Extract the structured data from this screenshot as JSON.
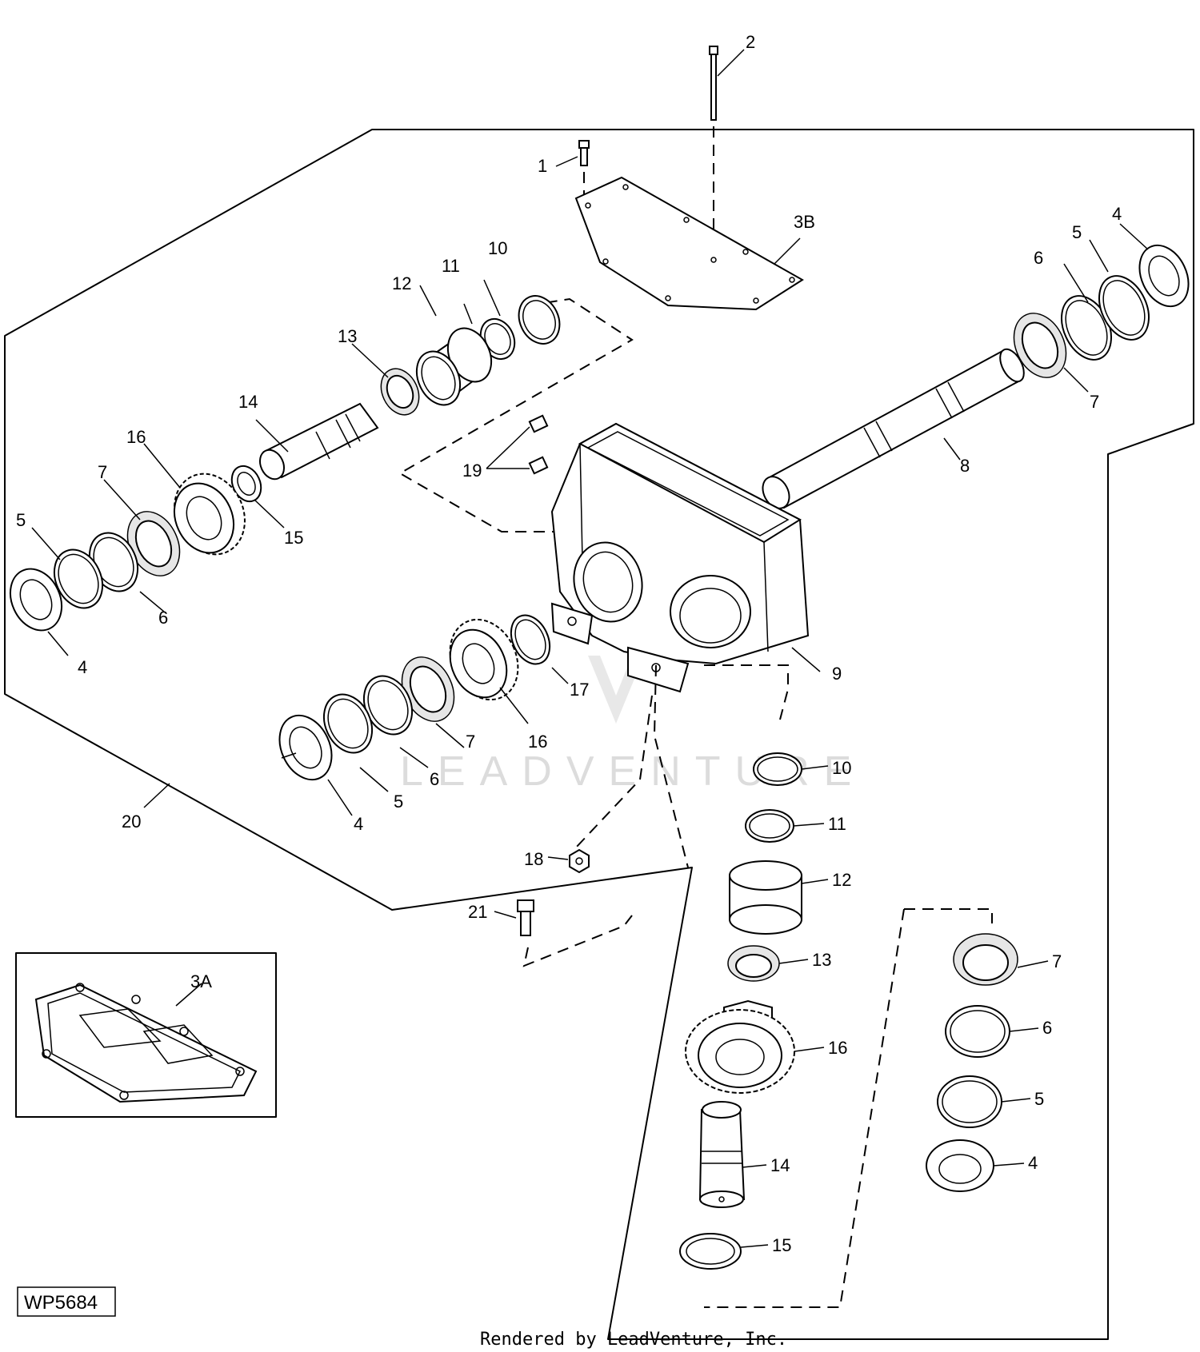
{
  "callouts": {
    "c1": "1",
    "c2": "2",
    "c3a": "3A",
    "c3b": "3B",
    "c4_left": "4",
    "c4_right_top": "4",
    "c4_mid": "4",
    "c4_lower_right": "4",
    "c5_left": "5",
    "c5_right_top": "5",
    "c5_mid": "5",
    "c5_lower_right": "5",
    "c6_left": "6",
    "c6_right_top": "6",
    "c6_mid": "6",
    "c6_lower_right": "6",
    "c7_left": "7",
    "c7_right_top": "7",
    "c7_mid": "7",
    "c7_lower_right": "7",
    "c8": "8",
    "c9": "9",
    "c10_top": "10",
    "c10_bottom": "10",
    "c11_top": "11",
    "c11_bottom": "11",
    "c12_top": "12",
    "c12_bottom": "12",
    "c13_top": "13",
    "c13_bottom": "13",
    "c14_top": "14",
    "c14_bottom": "14",
    "c15_top": "15",
    "c15_bottom": "15",
    "c16_left": "16",
    "c16_mid": "16",
    "c16_bottom": "16",
    "c17": "17",
    "c18": "18",
    "c19": "19",
    "c20": "20",
    "c21": "21"
  },
  "figure_id": "WP5684",
  "watermark": "LEADVENTURE",
  "footer": "Rendered by LeadVenture, Inc."
}
